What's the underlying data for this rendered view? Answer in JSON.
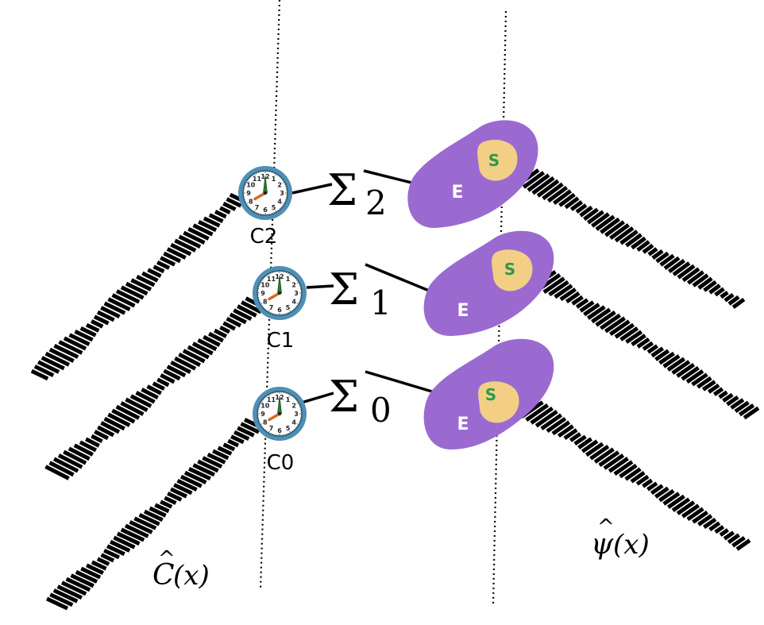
{
  "colors": {
    "region_E": "#9b6ad1",
    "region_S": "#f3cf86",
    "label_S": "#2e9a4a",
    "label_E": "#ffffff",
    "clock_rim": "#4f8fb5",
    "clock_face": "#ffffff",
    "hour_hand": "#d2691e",
    "minute_hand": "#2e7d32",
    "ink": "#000000"
  },
  "rows": [
    {
      "clock_label": "C2",
      "sigma": "Σ",
      "sigma_sub": "2",
      "E_label": "E",
      "S_label": "S"
    },
    {
      "clock_label": "C1",
      "sigma": "Σ",
      "sigma_sub": "1",
      "E_label": "E",
      "S_label": "S"
    },
    {
      "clock_label": "C0",
      "sigma": "Σ",
      "sigma_sub": "0",
      "E_label": "E",
      "S_label": "S"
    }
  ],
  "field_left": {
    "hat": "^",
    "symbol": "C",
    "arg": "(x)"
  },
  "field_right": {
    "hat": "^",
    "symbol": "ψ",
    "arg": "(x)"
  },
  "clock_numbers": [
    "12",
    "1",
    "2",
    "3",
    "4",
    "5",
    "6",
    "7",
    "8",
    "9",
    "10",
    "11"
  ],
  "icons": {
    "clock": "clock-icon",
    "region_E": "blob-E-icon",
    "region_S": "blob-S-icon"
  }
}
